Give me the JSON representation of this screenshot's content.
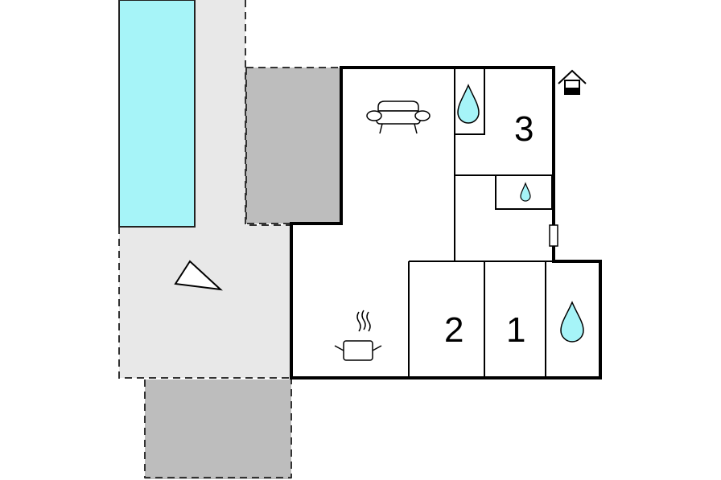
{
  "floor_plan": {
    "rooms": [
      {
        "id": "room-1",
        "label": "1"
      },
      {
        "id": "room-2",
        "label": "2"
      },
      {
        "id": "room-3",
        "label": "3"
      }
    ],
    "icons": [
      "pool",
      "terrace",
      "covered-area",
      "sun-lounger-triangle",
      "sofa-icon",
      "shower-drop-icon",
      "kitchen-pot-icon",
      "house-exit-icon",
      "door-marker"
    ],
    "colors": {
      "pool": "#a6f4f8",
      "terrace": "#e8e8e8",
      "covered": "#bdbdbd",
      "walls": "#000000",
      "water_drop": "#a6f4f8"
    }
  }
}
